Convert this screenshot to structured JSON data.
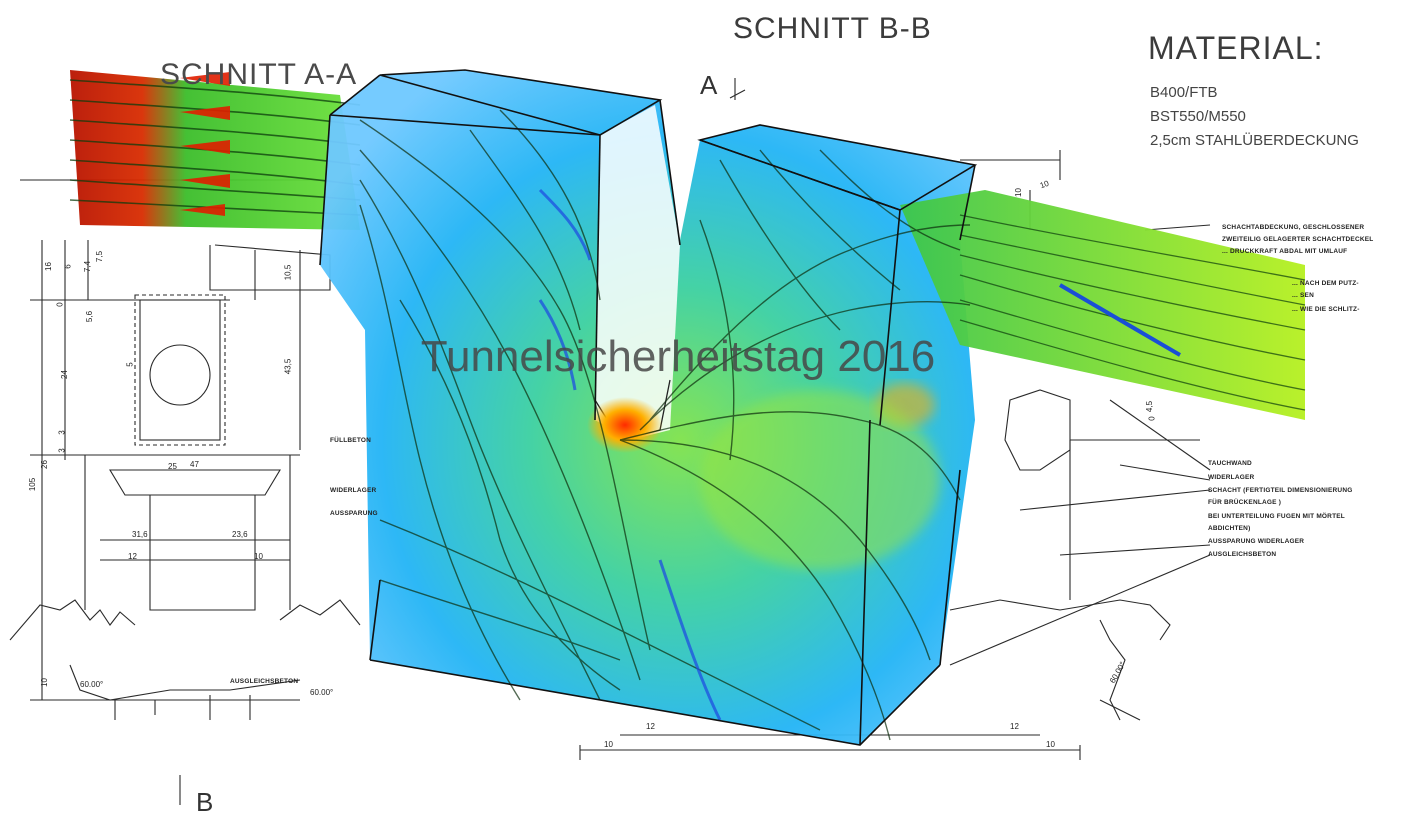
{
  "section_b_title": "SCHNITT B-B",
  "section_a_title": "SCHNITT A-A",
  "material": {
    "title": "MATERIAL:",
    "lines": [
      "B400/FTB",
      "BST550/M550",
      "2,5cm STAHLÜBERDECKUNG"
    ]
  },
  "overlay_text": "Tunnelsicherheitstag 2016",
  "marker_a": "A",
  "marker_b": "B",
  "annotations_upper": [
    "SCHACHTABDECKUNG, GESCHLOSSENER",
    "ZWEITEILIG GELAGERTER SCHACHTDECKEL",
    "... DRUCKKRAFT ABDAL MIT UMLAUF",
    "... NACH DEM PUTZ-",
    "... SEN",
    "... WIE DIE SCHLITZ-"
  ],
  "annotations_lower": [
    "TAUCHWAND",
    "WIDERLAGER",
    "SCHACHT (FERTIGTEIL DIMENSIONIERUNG",
    "FÜR BRÜCKENLAGE )",
    "BEI UNTERTEILUNG FUGEN MIT MÖRTEL",
    "ABDICHTEN)",
    "AUSSPARUNG WIDERLAGER",
    "AUSGLEICHSBETON"
  ],
  "left_labels": [
    "FÜLLBETON",
    "WIDERLAGER",
    "AUSSPARUNG",
    "AUSGLEICHSBETON"
  ],
  "dimensions": [
    "16",
    "6",
    "7,4",
    "7,5",
    "0",
    "5,6",
    "5",
    "24",
    "3",
    "3",
    "105",
    "26",
    "10,5",
    "43,5",
    "25",
    "47",
    "31,6",
    "23,6",
    "12",
    "10",
    "60.00°",
    "60.00°",
    "60.00°",
    "12",
    "12",
    "10",
    "10",
    "10",
    "10",
    "4,5",
    "0",
    "10"
  ],
  "colors": {
    "flow_inlet": "#d62000",
    "flow_main": "#33cc33",
    "flow_low": "#00a8ff",
    "body_fill": "#3fa8ff",
    "hotspot": "#ff6600",
    "line": "#222222"
  }
}
